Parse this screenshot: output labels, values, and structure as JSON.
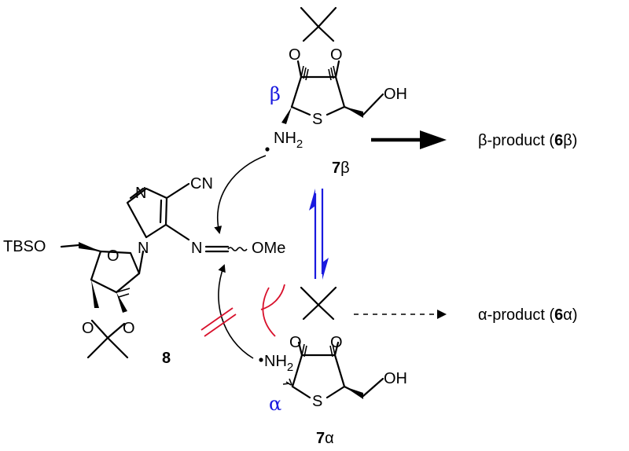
{
  "molecule_8": {
    "label": "8",
    "tbso": "TBSO",
    "o_ring": "O",
    "o_ketal_left": "O",
    "o_ketal_right": "O",
    "n_imidazole_top": "N",
    "n_imidazole_left": "N",
    "cn": "CN",
    "n_imine": "N",
    "ome": "OMe"
  },
  "molecule_7b": {
    "label_num": "7",
    "label_greek": "β",
    "o_left": "O",
    "o_right": "O",
    "s": "S",
    "oh": "OH",
    "nh": "NH",
    "nh_sub": "2",
    "stereo_marker": "β"
  },
  "molecule_7a": {
    "label_num": "7",
    "label_greek": "α",
    "o_left": "O",
    "o_right": "O",
    "s": "S",
    "oh": "OH",
    "nh": "NH",
    "nh_sub": "2",
    "stereo_marker": "α"
  },
  "products": {
    "beta_prefix": "β-product (",
    "beta_num": "6",
    "beta_greek": "β",
    "beta_suffix": ")",
    "alpha_prefix": "α-product (",
    "alpha_num": "6",
    "alpha_greek": "α",
    "alpha_suffix": ")"
  },
  "colors": {
    "stereo_label": "#1a1adf",
    "equilibrium_arrows": "#1a1adf",
    "blocked_marks": "#d8102b"
  }
}
